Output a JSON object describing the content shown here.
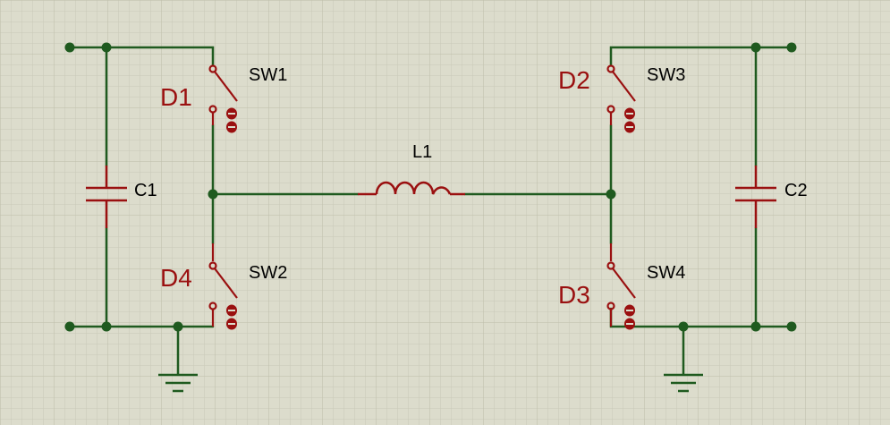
{
  "schematic": {
    "capacitors": [
      {
        "ref": "C1"
      },
      {
        "ref": "C2"
      }
    ],
    "inductor": {
      "ref": "L1"
    },
    "switches": [
      {
        "ref": "SW1",
        "diode": "D1"
      },
      {
        "ref": "SW2",
        "diode": "D4"
      },
      {
        "ref": "SW3",
        "diode": "D2"
      },
      {
        "ref": "SW4",
        "diode": "D3"
      }
    ],
    "colors": {
      "background": "#dcdccc",
      "grid": "#c6c6b4",
      "wire": "#1f5a1f",
      "component": "#9a1010",
      "text": "#000000"
    }
  }
}
